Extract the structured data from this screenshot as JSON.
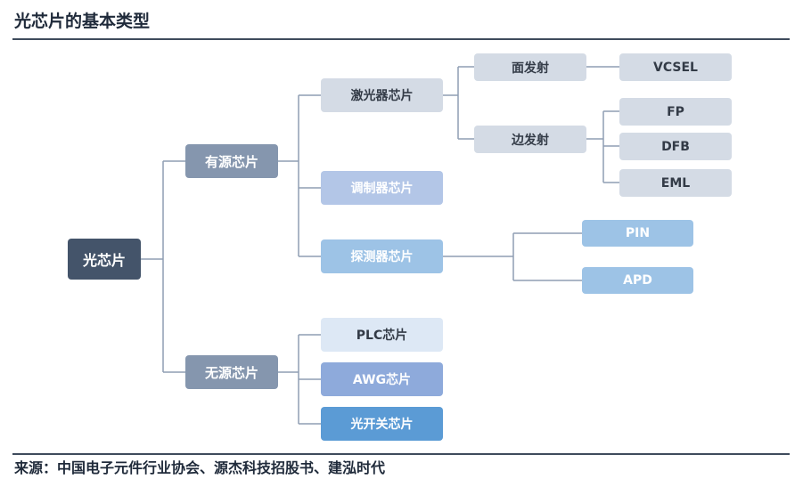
{
  "title": "光芯片的基本类型",
  "source": "来源：中国电子元件行业协会、源杰科技招股书、建泓时代",
  "nodes": {
    "root": "光芯片",
    "active": "有源芯片",
    "passive": "无源芯片",
    "laser": "激光器芯片",
    "modulator": "调制器芯片",
    "detector": "探测器芯片",
    "surface_emitting": "面发射",
    "edge_emitting": "边发射",
    "vcsel": "VCSEL",
    "fp": "FP",
    "dfb": "DFB",
    "eml": "EML",
    "pin": "PIN",
    "apd": "APD",
    "plc": "PLC芯片",
    "awg": "AWG芯片",
    "optical_switch": "光开关芯片"
  },
  "colors": {
    "root": "#44546a",
    "level1": "#8596ae",
    "level2_laser": "#d4dbe5",
    "modulator": "#b3c6e7",
    "detector": "#9dc3e6",
    "plc": "#dde8f5",
    "awg": "#8eaadb",
    "optical_switch": "#5b9bd5",
    "connector": "#8f9eb3"
  }
}
